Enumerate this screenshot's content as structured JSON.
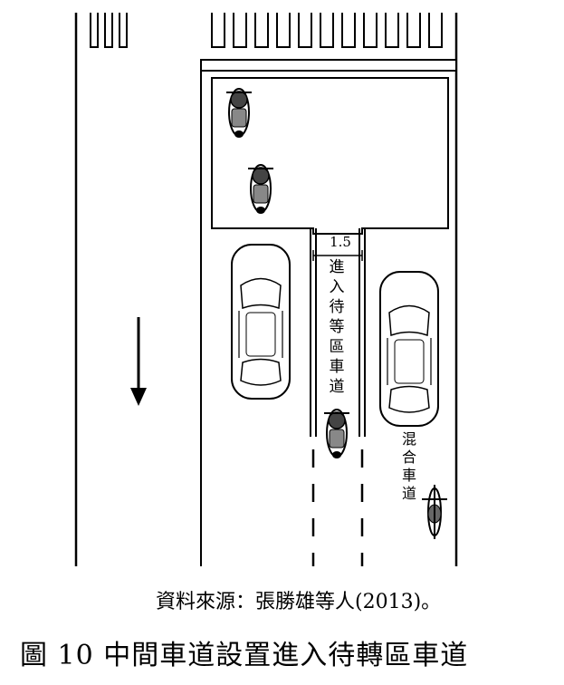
{
  "diagram": {
    "dimension_label": "1.5",
    "waiting_lane_label": "進入待等區車道",
    "mixed_lane_label": "混合車道"
  },
  "source_note": "資料來源：張勝雄等人(2013)。",
  "caption": "圖 10  中間車道設置進入待轉區車道"
}
